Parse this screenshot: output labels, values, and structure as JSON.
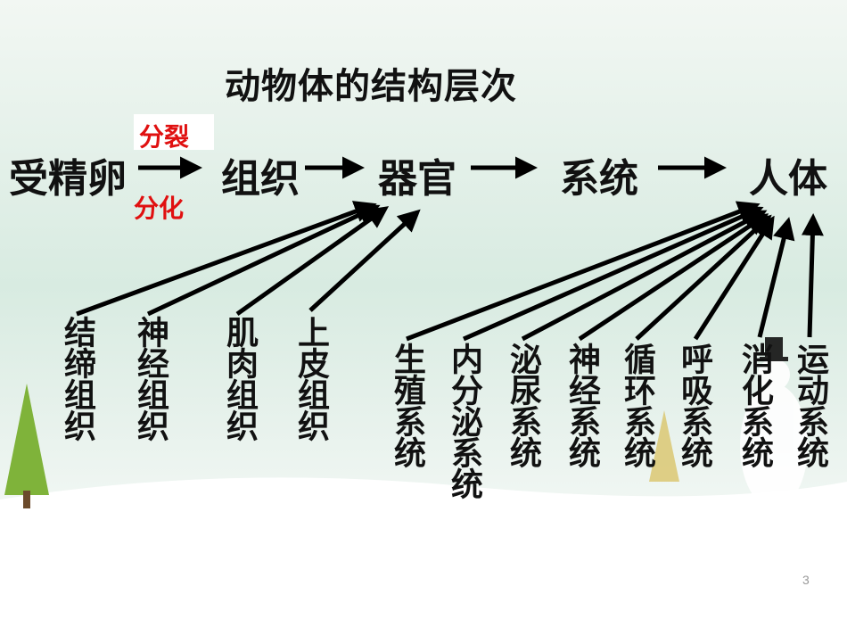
{
  "title": "动物体的结构层次",
  "flow": {
    "start": "受精卵",
    "label_top": "分裂",
    "label_bottom": "分化",
    "tissue": "组织",
    "organ": "器官",
    "system": "系统",
    "body": "人体"
  },
  "tissues": [
    "结缔组织",
    "神经组织",
    "肌肉组织",
    "上皮组织"
  ],
  "systems": [
    "生殖系统",
    "内分泌系统",
    "泌尿系统",
    "神经系统",
    "循环系统",
    "呼吸系统",
    "消化系统",
    "运动系统"
  ],
  "page_number": "3",
  "colors": {
    "arrow": "#000000",
    "label_red": "#e01010",
    "bg_top": "#dfece4",
    "bg_bottom": "#ffffff"
  }
}
